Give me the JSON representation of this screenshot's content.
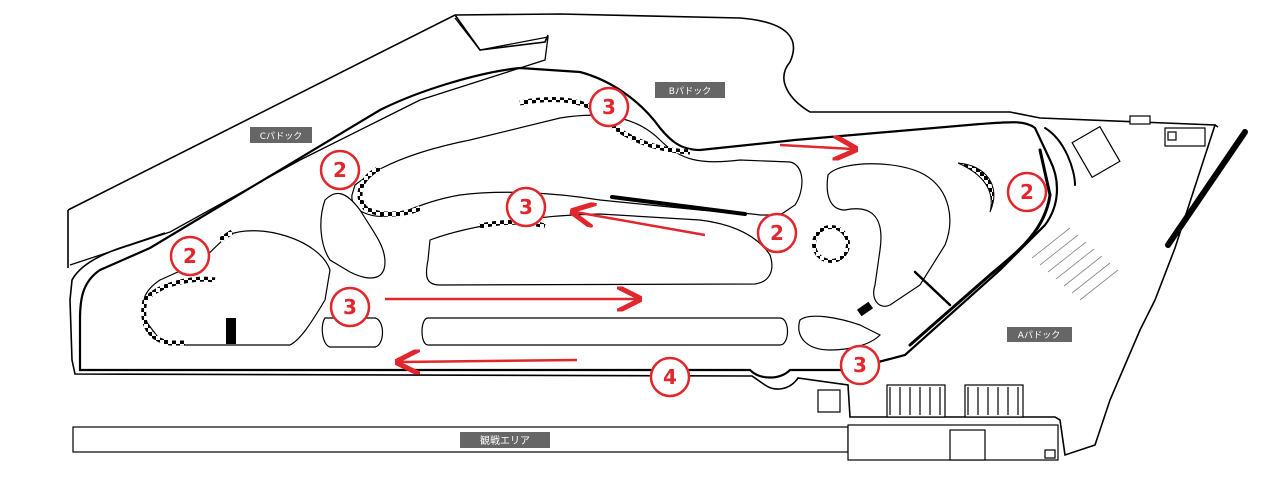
{
  "labels": {
    "paddock_c": "Cパドック",
    "paddock_b": "Bパドック",
    "paddock_a": "Aパドック",
    "spectator_area": "観戦エリア"
  },
  "markers": [
    {
      "id": "marker-b-top",
      "label": "3"
    },
    {
      "id": "marker-c-left",
      "label": "2"
    },
    {
      "id": "marker-inner-mid",
      "label": "3"
    },
    {
      "id": "marker-inner-right",
      "label": "2"
    },
    {
      "id": "marker-east",
      "label": "2"
    },
    {
      "id": "marker-west",
      "label": "2"
    },
    {
      "id": "marker-straight",
      "label": "3"
    },
    {
      "id": "marker-south",
      "label": "4"
    },
    {
      "id": "marker-southeast",
      "label": "3"
    }
  ],
  "icons": {
    "direction_arrow": "red-arrow-icon",
    "chicane": "checkered-kerb-icon"
  },
  "colors": {
    "accent": "#e1262c",
    "track_line": "#000000",
    "label_bg": "#666666"
  }
}
